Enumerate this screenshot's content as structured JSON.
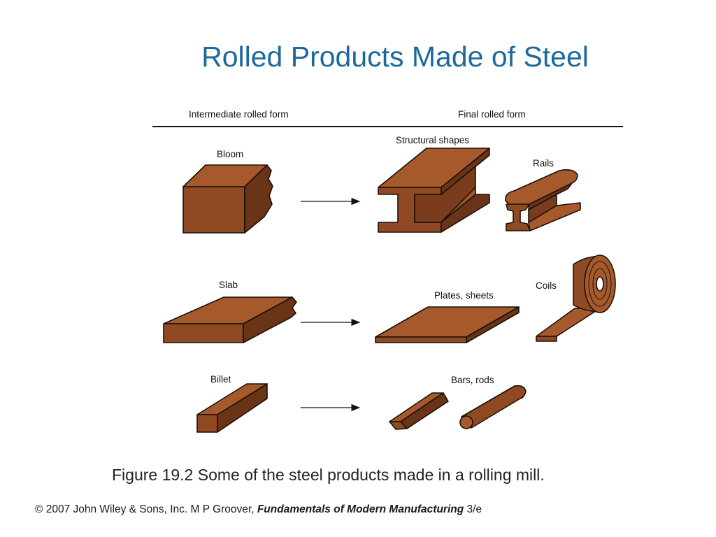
{
  "slide": {
    "title": "Rolled Products Made of Steel",
    "caption": "Figure 19.2  Some of the steel products made in a rolling mill.",
    "credit": {
      "prefix": "© 2007 John Wiley & Sons, Inc.  M P Groover, ",
      "book": "Fundamentals of Modern Manufacturing",
      "suffix": " 3/e"
    }
  },
  "diagram": {
    "header_left": "Intermediate rolled form",
    "header_right": "Final rolled form",
    "labels": {
      "bloom": "Bloom",
      "structural": "Structural shapes",
      "rails": "Rails",
      "slab": "Slab",
      "plates": "Plates, sheets",
      "coils": "Coils",
      "billet": "Billet",
      "bars": "Bars, rods"
    },
    "colors": {
      "steel_top": "#a65a2c",
      "steel_front": "#8f4a24",
      "steel_side": "#6a3418",
      "outline": "#1a1008",
      "title": "#1c6a9c"
    }
  }
}
